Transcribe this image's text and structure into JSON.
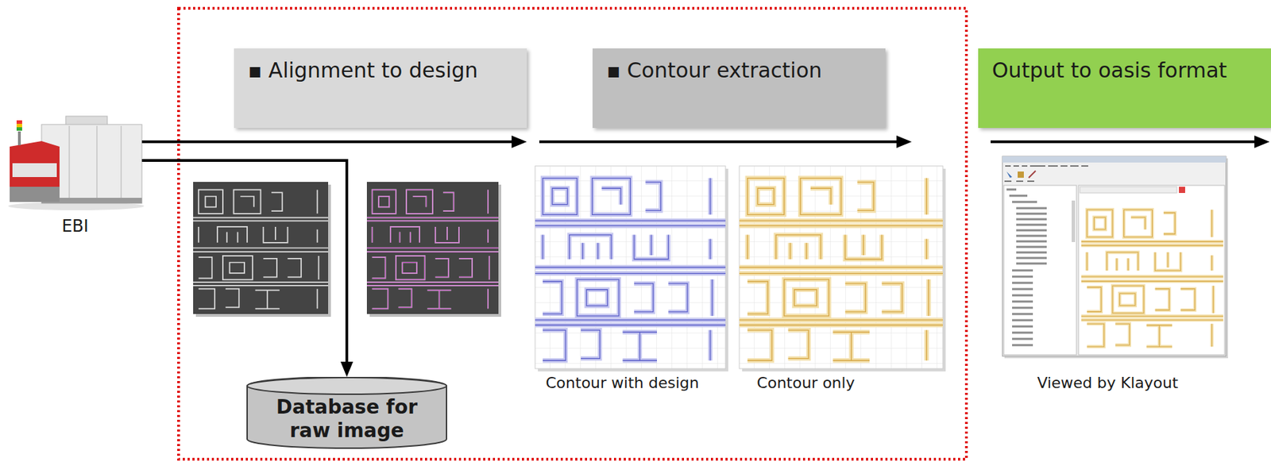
{
  "diagram": {
    "nodes": [
      {
        "text": [
          "EBI"
        ]
      },
      {
        "text": [
          "▪ Alignment to design"
        ]
      },
      {
        "text": [
          "▪ Contour extraction"
        ]
      },
      {
        "text": [
          "Output to oasis format"
        ]
      },
      {
        "text": [
          "Database for raw image"
        ]
      }
    ],
    "edges": [
      {
        "from": 0,
        "to": 1,
        "arrow": "to"
      },
      {
        "from": 1,
        "to": 2,
        "arrow": "to"
      },
      {
        "from": 0,
        "to": 4,
        "arrow": "to"
      }
    ],
    "labels": [
      "Contour with design",
      "Contour only",
      "Viewed by Klayout"
    ]
  }
}
